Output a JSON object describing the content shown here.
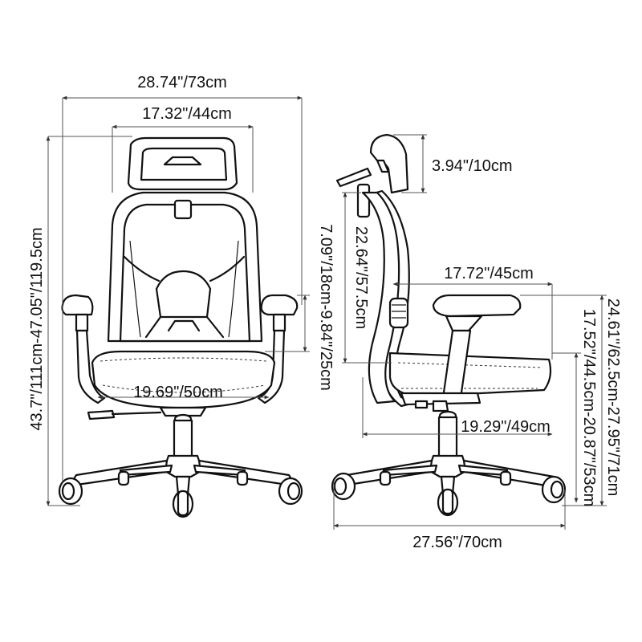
{
  "dimensions": {
    "overall_width": "28.74\"/73cm",
    "seat_width": "17.32\"/44cm",
    "total_height": "43.7\"/111cm-47.05\"/119.5cm",
    "armrest_adjust": "7.09\"/18cm-9.84\"/25cm",
    "seat_front_width": "19.69\"/50cm",
    "headrest_adjust": "3.94\"/10cm",
    "backrest_height": "22.64\"/57.5cm",
    "seat_depth": "17.72\"/45cm",
    "armrest_height": "24.61\"/62.5cm-27.95\"/71cm",
    "seat_height": "17.52\"/44.5cm-20.87\"/53cm",
    "seat_depth_2": "19.29\"/49cm",
    "overall_depth": "27.56\"/70cm"
  }
}
